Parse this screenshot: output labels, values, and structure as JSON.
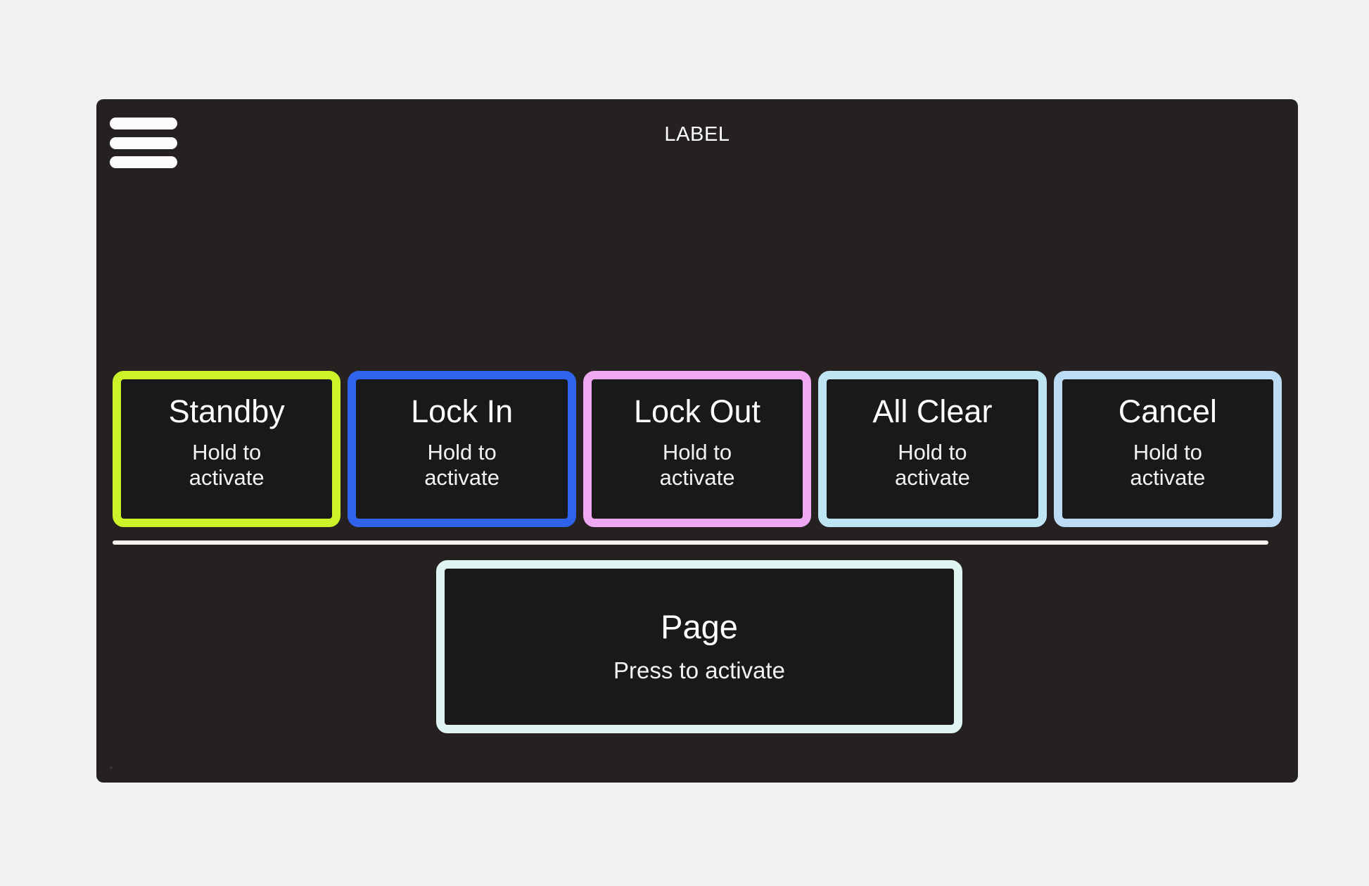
{
  "page": {
    "background_color": "#f1f1f1",
    "panel_color": "#242120"
  },
  "header": {
    "menu_icon": "hamburger-menu-icon",
    "title": "LABEL"
  },
  "hold_buttons": [
    {
      "title": "Standby",
      "subtitle": "Hold to activate",
      "border_color": "#ccf32a",
      "name": "standby"
    },
    {
      "title": "Lock In",
      "subtitle": "Hold to activate",
      "border_color": "#2f63ec",
      "name": "lock-in"
    },
    {
      "title": "Lock Out",
      "subtitle": "Hold to activate",
      "border_color": "#efa8f2",
      "name": "lock-out"
    },
    {
      "title": "All Clear",
      "subtitle": "Hold to activate",
      "border_color": "#bde5f2",
      "name": "all-clear"
    },
    {
      "title": "Cancel",
      "subtitle": "Hold to activate",
      "border_color": "#bcdcf5",
      "name": "cancel"
    }
  ],
  "divider": {
    "color": "#f3f1ee"
  },
  "press_button": {
    "title": "Page",
    "subtitle": "Press to activate",
    "border_color": "#e0f4f2"
  }
}
